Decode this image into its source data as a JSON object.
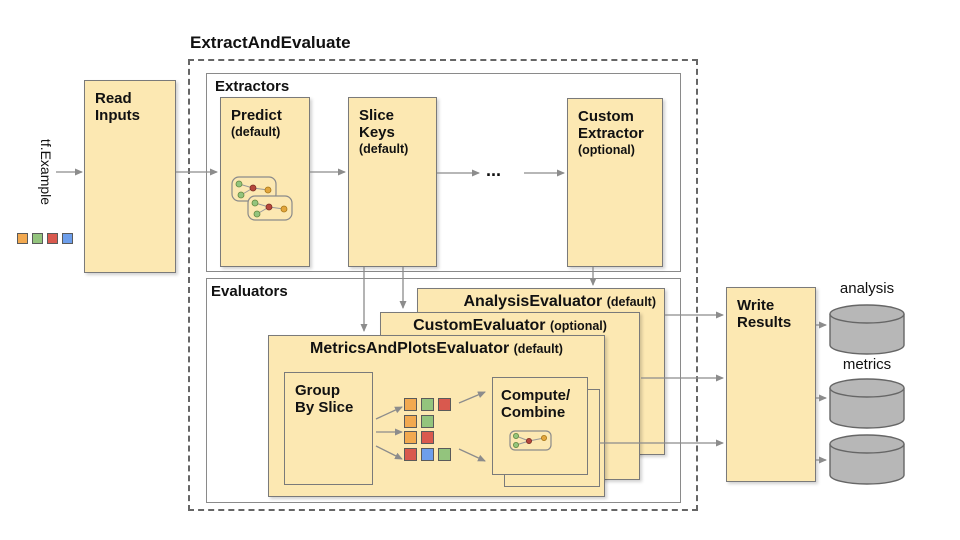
{
  "title": "ExtractAndEvaluate",
  "input": {
    "label": "tf.Example",
    "squares": [
      "orange",
      "green",
      "red",
      "blue"
    ]
  },
  "read_inputs": {
    "label": "Read\nInputs"
  },
  "extractors": {
    "label": "Extractors",
    "predict": {
      "name": "Predict",
      "qualifier": "(default)"
    },
    "slice_keys": {
      "name": "Slice\nKeys",
      "qualifier": "(default)"
    },
    "ellipsis": "...",
    "custom_extractor": {
      "name": "Custom\nExtractor",
      "qualifier": "(optional)"
    }
  },
  "evaluators": {
    "label": "Evaluators",
    "analysis_evaluator": {
      "name": "AnalysisEvaluator",
      "qualifier": "(default)"
    },
    "custom_evaluator": {
      "name": "CustomEvaluator",
      "qualifier": "(optional)"
    },
    "metrics_evaluator": {
      "name": "MetricsAndPlotsEvaluator",
      "qualifier": "(default)"
    },
    "group_by_slice": {
      "label": "Group\nBy Slice"
    },
    "compute_combine": {
      "label": "Compute/\nCombine"
    },
    "slice_grid": [
      [
        "orange",
        "green",
        "red"
      ],
      [
        "orange",
        "green"
      ],
      [
        "orange",
        "red"
      ],
      [
        "red",
        "blue",
        "green"
      ]
    ]
  },
  "write_results": {
    "label": "Write\nResults"
  },
  "outputs": [
    {
      "label": "analysis"
    },
    {
      "label": "metrics"
    },
    {
      "label": "..."
    }
  ],
  "colors": {
    "box_fill": "#FCE8B2",
    "box_border": "#7a7a7a",
    "dashed_border": "#666666",
    "arrow": "#8c8c8c",
    "cylinder_fill": "#b7b7b7",
    "cylinder_border": "#666666",
    "orange": "#F2A950",
    "green": "#93C47D",
    "red": "#D9594E",
    "blue": "#6D9EEB",
    "node_green": "#93C47D",
    "node_red": "#B6473C",
    "node_yellow": "#E2A63D"
  }
}
